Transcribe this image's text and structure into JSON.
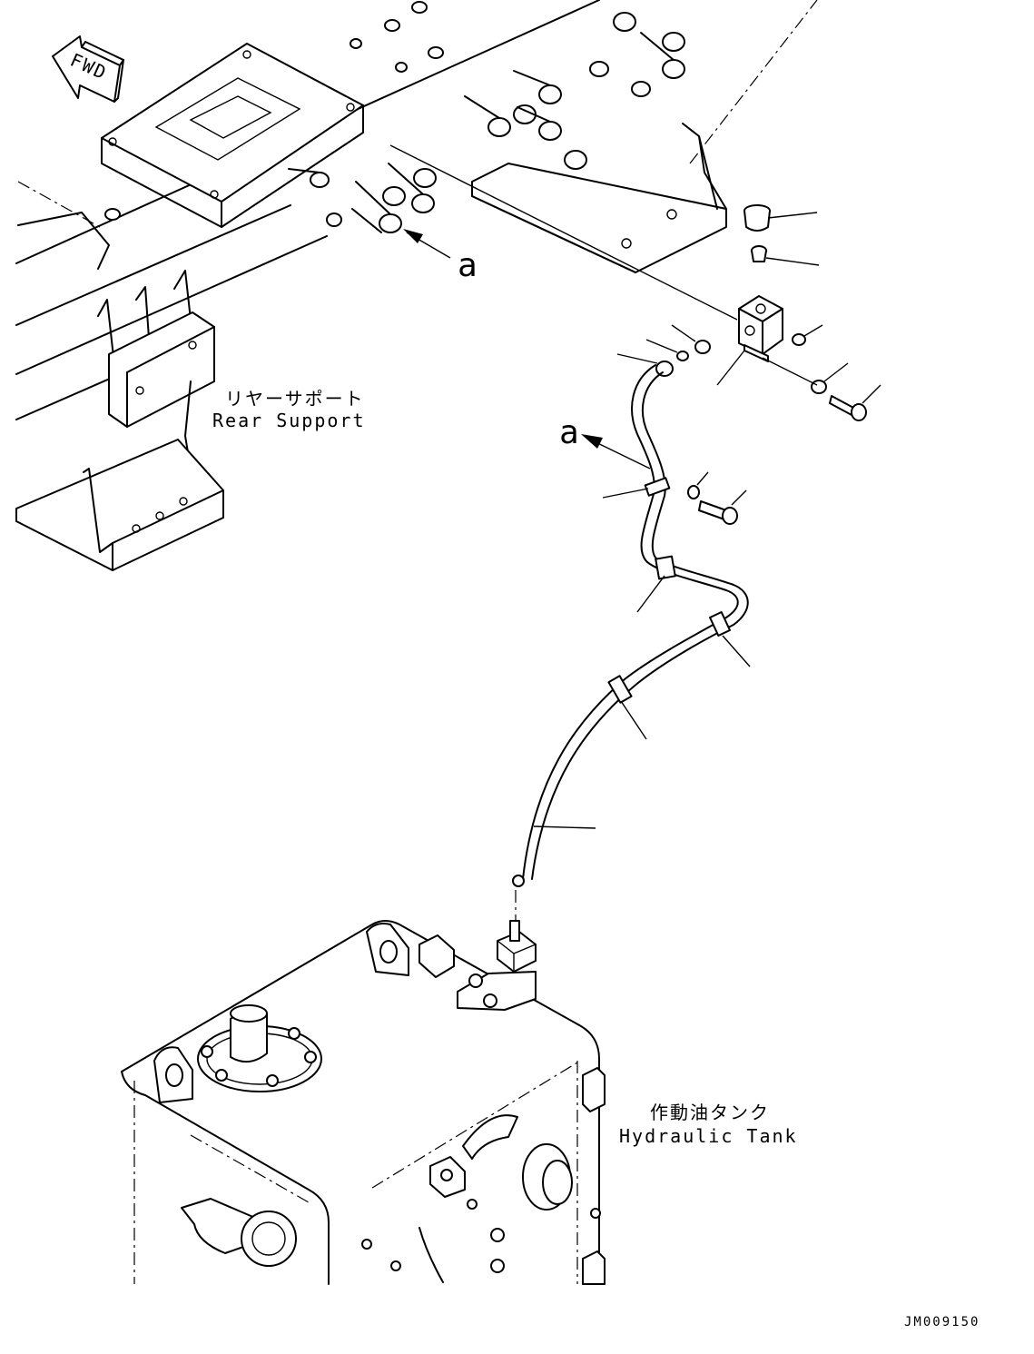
{
  "fwd_label": "FWD",
  "labels": {
    "rear_support_jp": "リヤーサポート",
    "rear_support_en": "Rear Support",
    "hydraulic_tank_jp": "作動油タンク",
    "hydraulic_tank_en": "Hydraulic Tank"
  },
  "view_markers": [
    "a",
    "a"
  ],
  "drawing_number": "JM009150",
  "icons": [
    "fwd-arrow-icon",
    "view-arrow-icon"
  ]
}
